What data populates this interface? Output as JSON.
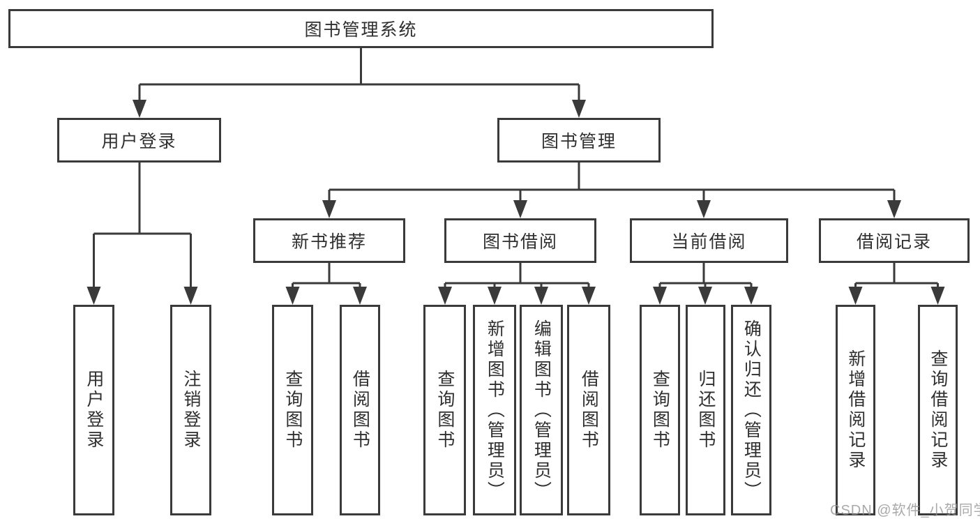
{
  "diagram_title": "图书管理系统",
  "watermark": "CSDN @软件_小贺同学",
  "colors": {
    "line": "#3a3a3a",
    "text": "#2f2f2f",
    "watermark": "#969696",
    "background": "#ffffff"
  },
  "nodes": {
    "root": {
      "label": "图书管理系统"
    },
    "branches": [
      {
        "label": "用户登录"
      },
      {
        "label": "图书管理"
      }
    ],
    "modules": [
      {
        "label": "新书推荐"
      },
      {
        "label": "图书借阅"
      },
      {
        "label": "当前借阅"
      },
      {
        "label": "借阅记录"
      }
    ],
    "leaves": [
      {
        "label": "用户登录"
      },
      {
        "label": "注销登录"
      },
      {
        "label": "查询图书"
      },
      {
        "label": "借阅图书"
      },
      {
        "label": "查询图书"
      },
      {
        "label": "新增图书（管理员）"
      },
      {
        "label": "编辑图书（管理员）"
      },
      {
        "label": "借阅图书"
      },
      {
        "label": "查询图书"
      },
      {
        "label": "归还图书"
      },
      {
        "label": "确认归还（管理员）"
      },
      {
        "label": "新增借阅记录"
      },
      {
        "label": "查询借阅记录"
      }
    ]
  }
}
